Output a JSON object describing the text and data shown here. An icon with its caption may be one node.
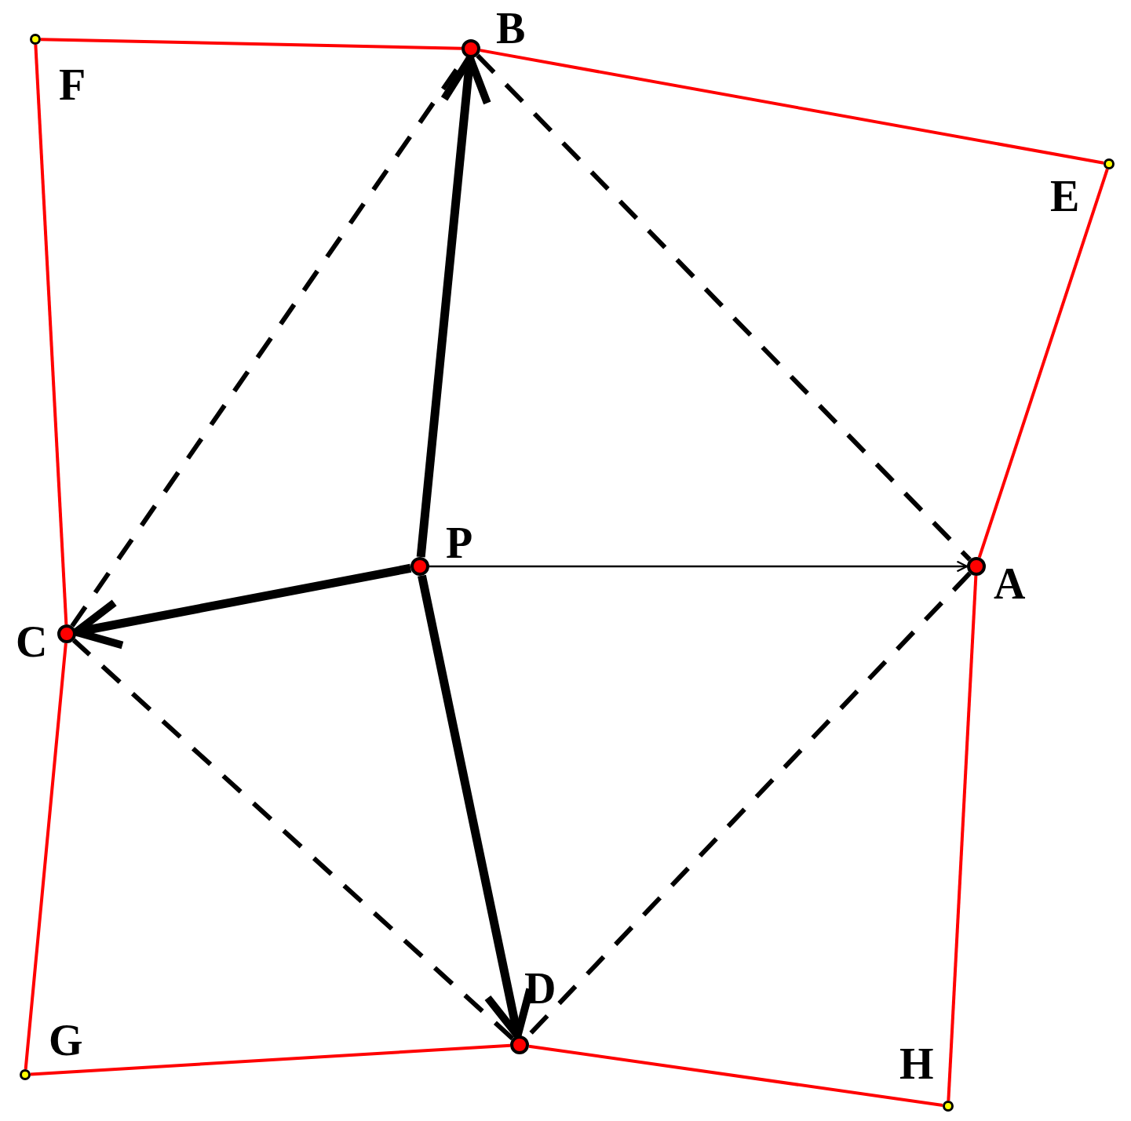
{
  "diagram": {
    "nodes": [
      {
        "text": [],
        "shape": "circle",
        "beside": [
          "F"
        ]
      },
      {
        "text": [],
        "shape": "circle",
        "beside": [
          "B"
        ]
      },
      {
        "text": [],
        "shape": "circle",
        "beside": [
          "E"
        ]
      },
      {
        "text": [],
        "shape": "circle",
        "beside": [
          "P"
        ]
      },
      {
        "text": [],
        "shape": "circle",
        "beside": [
          "A"
        ]
      },
      {
        "text": [],
        "shape": "circle",
        "beside": [
          "C"
        ]
      },
      {
        "text": [],
        "shape": "circle",
        "beside": [
          "D"
        ]
      },
      {
        "text": [],
        "shape": "circle",
        "beside": [
          "G"
        ]
      },
      {
        "text": [],
        "shape": "circle",
        "beside": [
          "H"
        ]
      }
    ],
    "edges": [
      {
        "from": 0,
        "to": 1,
        "arrow": "none"
      },
      {
        "from": 1,
        "to": 2,
        "arrow": "none"
      },
      {
        "from": 2,
        "to": 4,
        "arrow": "none"
      },
      {
        "from": 4,
        "to": 8,
        "arrow": "none"
      },
      {
        "from": 8,
        "to": 6,
        "arrow": "none"
      },
      {
        "from": 6,
        "to": 7,
        "arrow": "none"
      },
      {
        "from": 7,
        "to": 5,
        "arrow": "none"
      },
      {
        "from": 5,
        "to": 0,
        "arrow": "none"
      },
      {
        "from": 3,
        "to": 1,
        "arrow": "to",
        "style": "thick",
        "color": "#000000"
      },
      {
        "from": 3,
        "to": 4,
        "arrow": "to",
        "color": "#000000"
      },
      {
        "from": 3,
        "to": 5,
        "arrow": "to",
        "style": "thick",
        "color": "#000000"
      },
      {
        "from": 3,
        "to": 6,
        "arrow": "to",
        "style": "thick",
        "color": "#000000"
      },
      {
        "from": 1,
        "to": 4,
        "arrow": "none",
        "style": "dashed",
        "color": "#000000"
      },
      {
        "from": 4,
        "to": 6,
        "arrow": "none",
        "style": "dashed",
        "color": "#000000"
      },
      {
        "from": 6,
        "to": 5,
        "arrow": "none",
        "style": "dashed",
        "color": "#000000"
      },
      {
        "from": 5,
        "to": 1,
        "arrow": "none",
        "style": "dashed",
        "color": "#000000"
      }
    ]
  }
}
